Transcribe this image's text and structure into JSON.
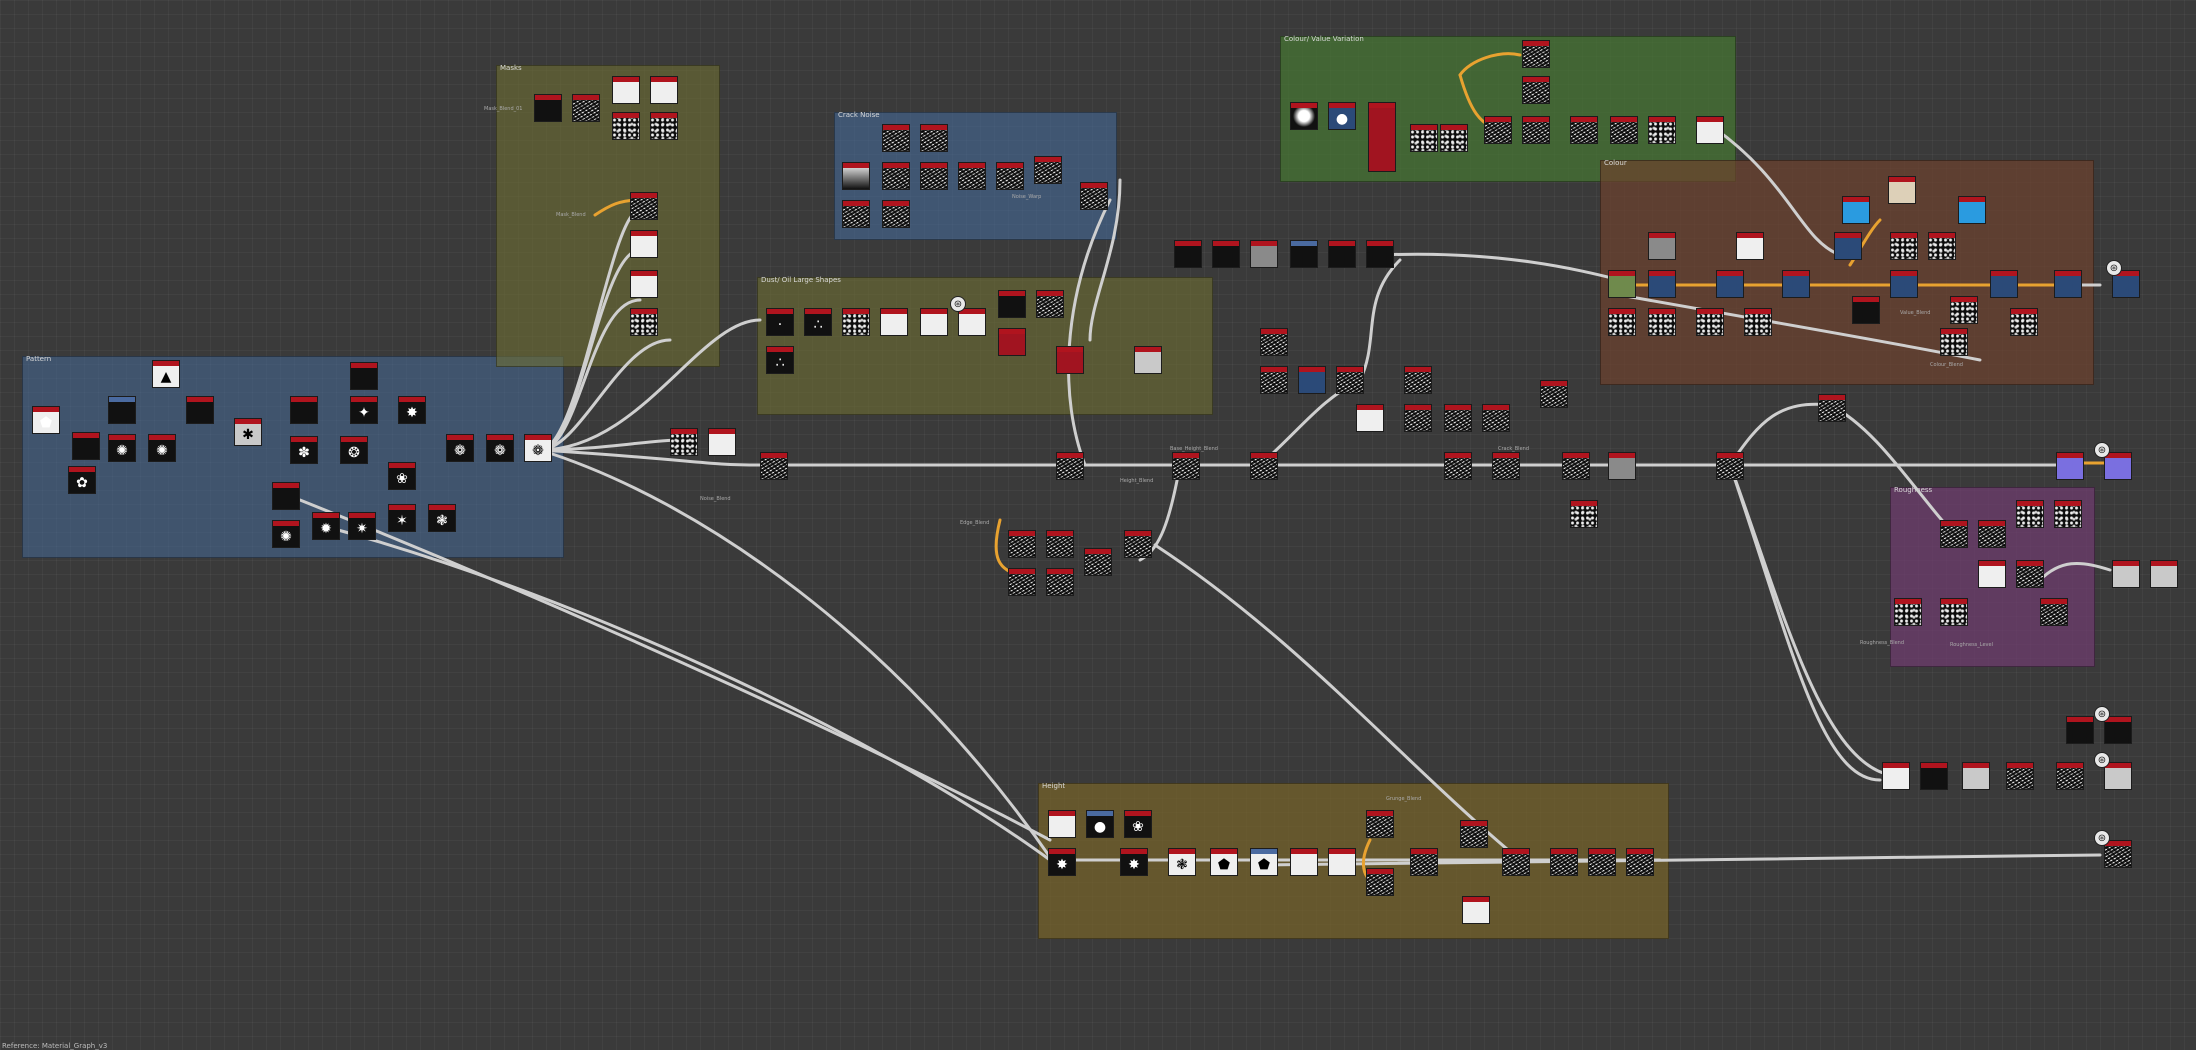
{
  "app": {
    "title": "Substance Designer graph view"
  },
  "frames": {
    "pattern": "Pattern",
    "masks": "Masks",
    "crack_noise": "Crack Noise",
    "dust_large_shapes": "Dust/ Oil Large Shapes",
    "colour_value": "Colour/ Value Variation",
    "colour": "Colour",
    "roughness": "Roughness",
    "height": "Height"
  },
  "node_labels": {
    "l1": "Mask_Blend_01",
    "l2": "Mask_Blend",
    "l3": "Noise_Warp",
    "l4": "Noise_Blend",
    "l5": "Height_Blend",
    "l6": "Base_Height_Blend",
    "l7": "Crack_Blend",
    "l8": "Edge_Blend",
    "l9": "Roughness_Blend",
    "l10": "Colour_Blend",
    "l11": "Value_Blend",
    "l12": "Roughness_Level",
    "l13": "Grunge_Blend"
  },
  "output_icon": "output-node-icon",
  "status": {
    "text": "Reference: Material_Graph_v3"
  }
}
